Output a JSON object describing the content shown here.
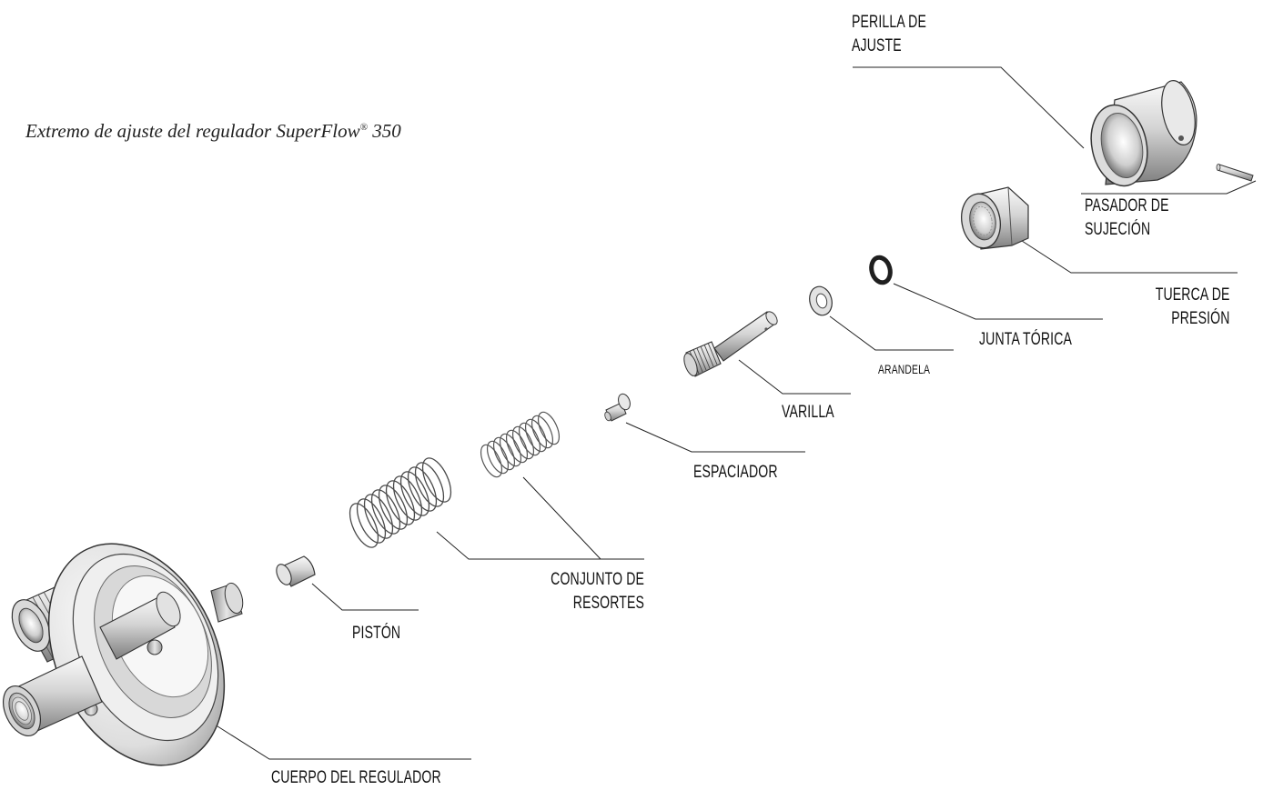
{
  "caption": {
    "text": "Extremo de ajuste del regulador SuperFlow",
    "mark": "®",
    "model": "350"
  },
  "parts": {
    "perilla": [
      "PERILLA DE",
      "AJUSTE"
    ],
    "pasador": [
      "PASADOR DE",
      "SUJECIÓN"
    ],
    "tuerca": [
      "TUERCA DE",
      "PRESIÓN"
    ],
    "junta": "JUNTA TÓRICA",
    "arandela": "ARANDELA",
    "varilla": "VARILLA",
    "espaciador": "ESPACIADOR",
    "resortes": [
      "CONJUNTO DE",
      "RESORTES"
    ],
    "piston": "PISTÓN",
    "cuerpo": "CUERPO DEL REGULADOR"
  },
  "colors": {
    "metal_light": "#f2f2f2",
    "metal_mid": "#b9b9b9",
    "metal_dark": "#6f6f6f",
    "line": "#222222"
  }
}
